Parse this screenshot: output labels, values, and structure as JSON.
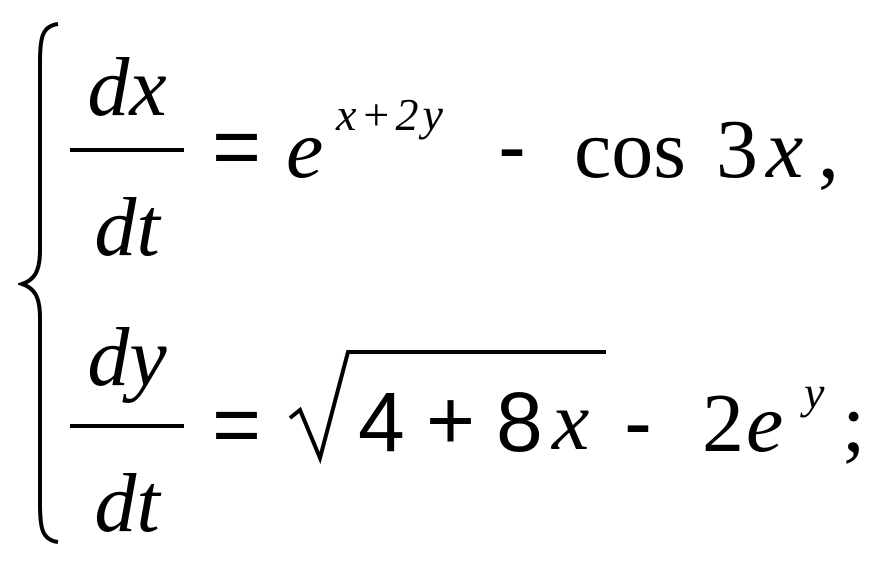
{
  "system": {
    "eq1": {
      "num": "dx",
      "den": "dt",
      "equals": "=",
      "base": "e",
      "exponent": "x+2y",
      "minus": "-",
      "func": "cos",
      "arg_num": "3",
      "arg_var": "x",
      "end": ","
    },
    "eq2": {
      "num": "dy",
      "den": "dt",
      "equals": "=",
      "radicand": "4 + 8x",
      "radicand_4": "4",
      "radicand_plus": "+",
      "radicand_8": "8",
      "radicand_x": "x",
      "minus": "-",
      "coef": "2",
      "base": "e",
      "exponent": "y",
      "end": ";"
    }
  }
}
